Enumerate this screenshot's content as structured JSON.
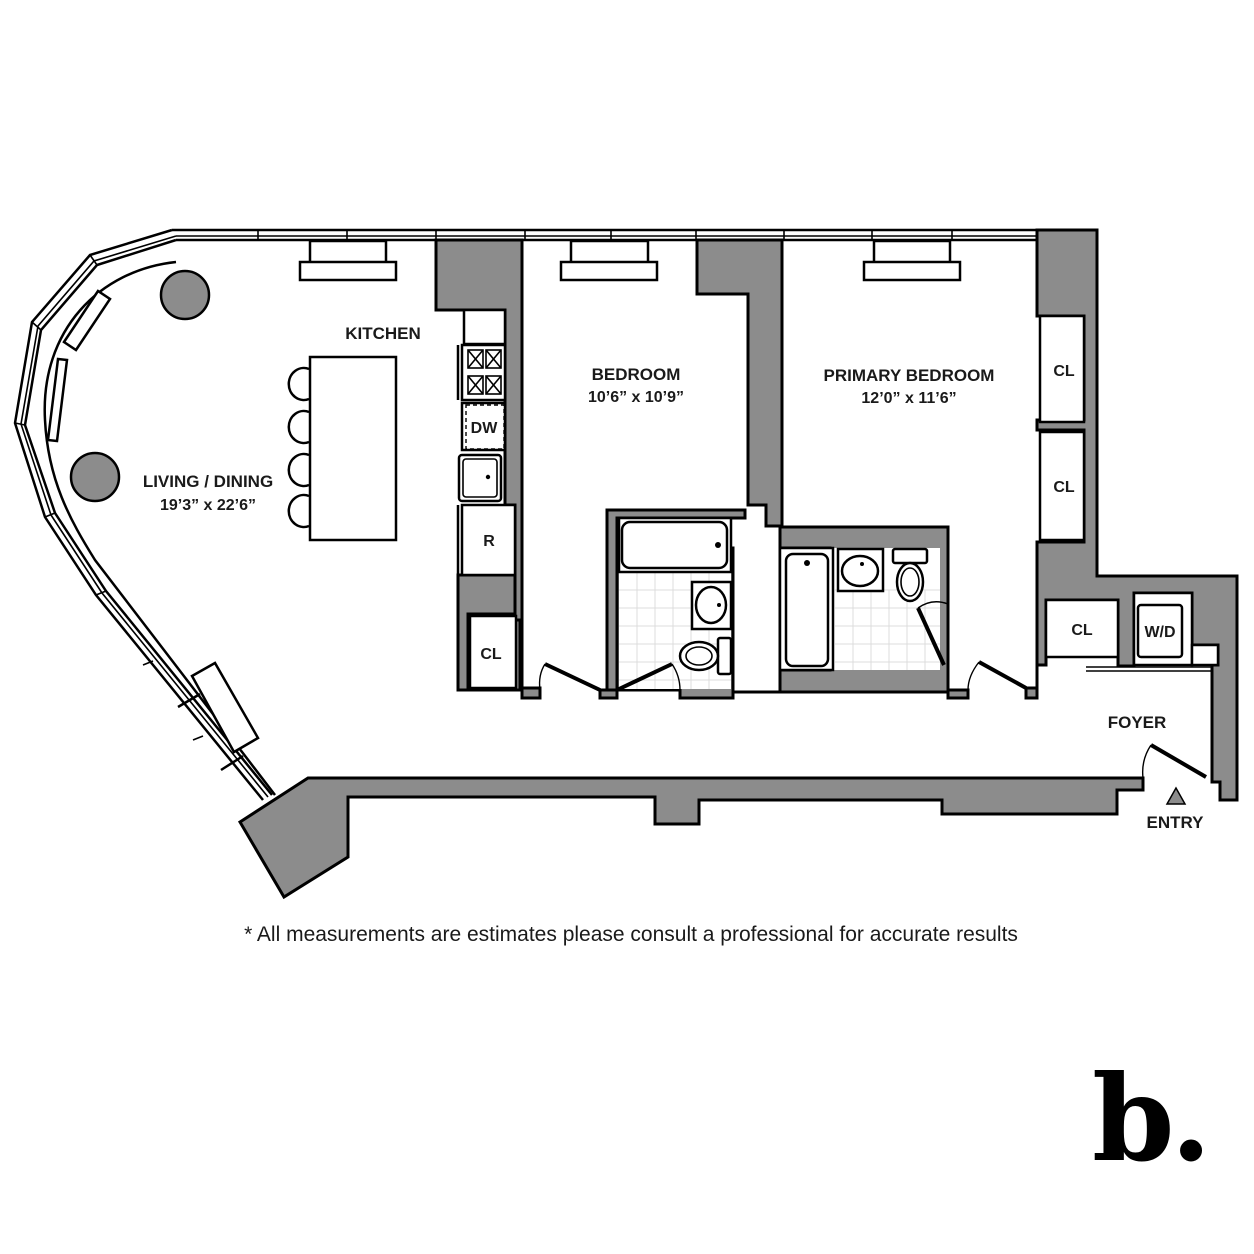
{
  "floorplan": {
    "rooms": {
      "living_dining": {
        "label": "LIVING / DINING",
        "dimensions": "19’3” x 22’6”"
      },
      "kitchen": {
        "label": "KITCHEN"
      },
      "bedroom": {
        "label": "BEDROOM",
        "dimensions": "10’6” x 10’9”"
      },
      "primary_bedroom": {
        "label": "PRIMARY BEDROOM",
        "dimensions": "12’0” x 11’6”"
      },
      "foyer": {
        "label": "FOYER"
      }
    },
    "fixtures": {
      "dishwasher": "DW",
      "refrigerator": "R",
      "kitchen_closet": "CL",
      "primary_closet_1": "CL",
      "primary_closet_2": "CL",
      "foyer_closet": "CL",
      "washer_dryer": "W/D"
    },
    "entry_label": "ENTRY",
    "colors": {
      "wall": "#8c8c8c",
      "line": "#000000",
      "background": "#ffffff"
    }
  },
  "footer": {
    "disclaimer": "* All measurements are estimates please consult a professional for accurate results",
    "logo": "b."
  }
}
